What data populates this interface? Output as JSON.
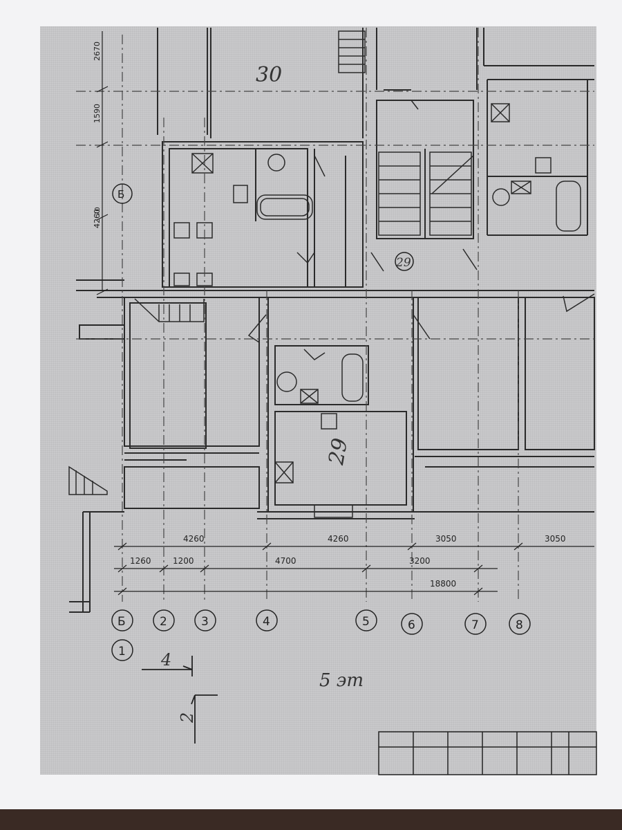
{
  "plan": {
    "room_numbers": {
      "top_apartment": "30",
      "center_apartment": "29",
      "stair_landing_tag": "29"
    },
    "sheet_note": "5 эт",
    "section_marks": {
      "horizontal": "4",
      "vertical": "2"
    },
    "left_dimensions": [
      "2670",
      "1590",
      "70",
      "4260"
    ],
    "grid_axis_left": "Б",
    "bottom_dimensions": {
      "row1": [
        "4260",
        "4260",
        "3050",
        "3050"
      ],
      "row2": [
        "1260",
        "1200",
        "4700",
        "3200"
      ],
      "total": "18800"
    },
    "axes": [
      "Б",
      "1",
      "2",
      "3",
      "4",
      "5",
      "6",
      "7",
      "8"
    ]
  }
}
